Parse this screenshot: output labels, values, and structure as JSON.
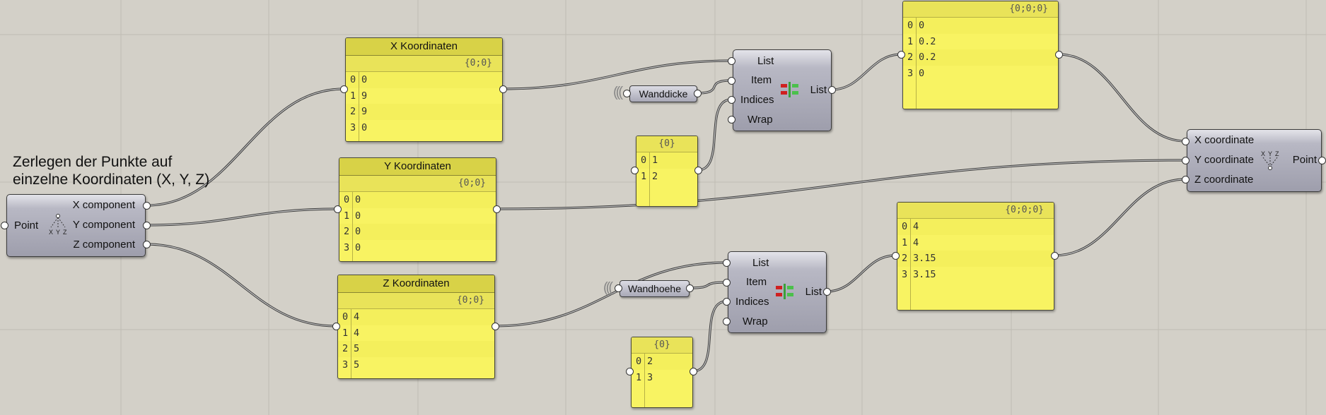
{
  "caption": {
    "line1": "Zerlegen der Punkte auf",
    "line2": "einzelne Koordinaten (X, Y, Z)"
  },
  "deconstruct": {
    "input": "Point",
    "outputs": [
      "X component",
      "Y component",
      "Z component"
    ],
    "icon": "deconstruct-point-xyz-icon"
  },
  "panels": {
    "x": {
      "title": "X Koordinaten",
      "path": "{0;0}",
      "rows": [
        {
          "i": "0",
          "v": "0"
        },
        {
          "i": "1",
          "v": "9"
        },
        {
          "i": "2",
          "v": "9"
        },
        {
          "i": "3",
          "v": "0"
        }
      ]
    },
    "y": {
      "title": "Y Koordinaten",
      "path": "{0;0}",
      "rows": [
        {
          "i": "0",
          "v": "0"
        },
        {
          "i": "1",
          "v": "0"
        },
        {
          "i": "2",
          "v": "0"
        },
        {
          "i": "3",
          "v": "0"
        }
      ]
    },
    "z": {
      "title": "Z Koordinaten",
      "path": "{0;0}",
      "rows": [
        {
          "i": "0",
          "v": "4"
        },
        {
          "i": "1",
          "v": "4"
        },
        {
          "i": "2",
          "v": "5"
        },
        {
          "i": "3",
          "v": "5"
        }
      ]
    },
    "idx_top": {
      "path": "{0}",
      "rows": [
        {
          "i": "0",
          "v": "1"
        },
        {
          "i": "1",
          "v": "2"
        }
      ]
    },
    "idx_bottom": {
      "path": "{0}",
      "rows": [
        {
          "i": "0",
          "v": "2"
        },
        {
          "i": "1",
          "v": "3"
        }
      ]
    },
    "out_top": {
      "path": "{0;0;0}",
      "rows": [
        {
          "i": "0",
          "v": "0"
        },
        {
          "i": "1",
          "v": "0.2"
        },
        {
          "i": "2",
          "v": "0.2"
        },
        {
          "i": "3",
          "v": "0"
        }
      ]
    },
    "out_bottom": {
      "path": "{0;0;0}",
      "rows": [
        {
          "i": "0",
          "v": "4"
        },
        {
          "i": "1",
          "v": "4"
        },
        {
          "i": "2",
          "v": "3.15"
        },
        {
          "i": "3",
          "v": "3.15"
        }
      ]
    }
  },
  "params": {
    "wanddicke": "Wanddicke",
    "wandhoehe": "Wandhoehe"
  },
  "replace_items": {
    "inputs": [
      "List",
      "Item",
      "Indices",
      "Wrap"
    ],
    "output": "List",
    "icon": "replace-items-icon"
  },
  "construct": {
    "inputs": [
      "X coordinate",
      "Y coordinate",
      "Z coordinate"
    ],
    "output": "Point",
    "icon": "construct-point-xyz-icon"
  },
  "colors": {
    "canvas": "#d3d0c8",
    "panel": "#f8f362",
    "component": "#a8a8b6",
    "wire": "#3a3a3a"
  }
}
